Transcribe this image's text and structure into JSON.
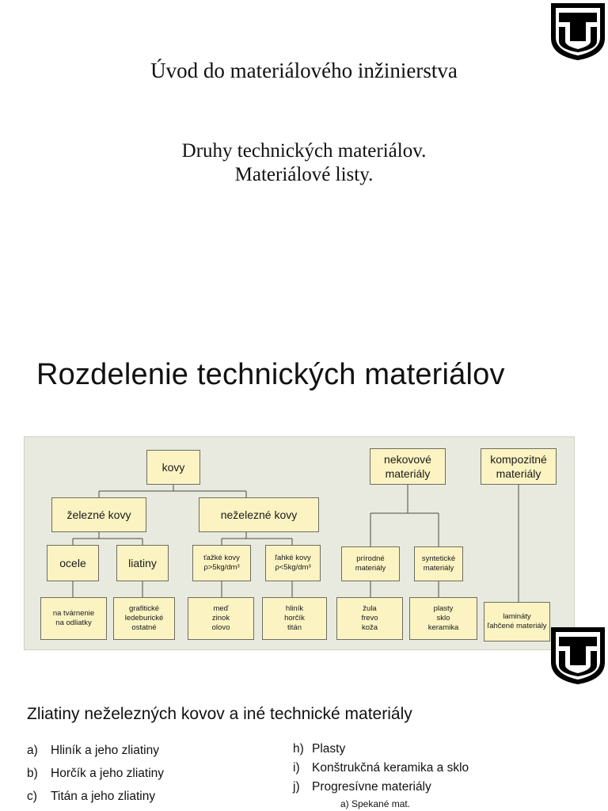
{
  "slide1": {
    "title": "Úvod do materiálového inžinierstva",
    "subtitle_line1": "Druhy technických materiálov.",
    "subtitle_line2": "Materiálové listy."
  },
  "slide2": {
    "title": "Rozdelenie technických materiálov",
    "diagram": {
      "kovy": "kovy",
      "nekovove": "nekovové\nmateriály",
      "kompozitne": "kompozitné\nmateriály",
      "zelezne": "železné kovy",
      "nezelezne": "neželezné kovy",
      "ocele": "ocele",
      "liatiny": "liatiny",
      "tazke": "ťažké kovy\nρ>5kg/dm³",
      "lahke": "ľahké kovy\nρ<5kg/dm³",
      "prirodne": "prírodné\nmateriály",
      "synteticke": "syntetické\nmateriály",
      "ocele_leaf": "na tvárnenie\nna odliatky",
      "liatiny_leaf": "grafitické\nledeburické\nostatné",
      "tazke_leaf": "meď\nzinok\nolovo",
      "lahke_leaf": "hliník\nhorčík\ntitán",
      "prirodne_leaf": "žula\nfrevo\nkoža",
      "synteticke_leaf": "plasty\nsklo\nkeramika",
      "kompozitne_leaf": "lamináty\nľahčené materiály"
    }
  },
  "slide3": {
    "title": "Zliatiny neželezných kovov a iné technické materiály",
    "left_list": [
      {
        "marker": "a)",
        "text": "Hliník a jeho zliatiny"
      },
      {
        "marker": "b)",
        "text": "Horčík a jeho zliatiny"
      },
      {
        "marker": "c)",
        "text": "Titán a jeho zliatiny"
      }
    ],
    "right_list": [
      {
        "marker": "h)",
        "text": "Plasty"
      },
      {
        "marker": "i)",
        "text": "Konštrukčná keramika a sklo"
      },
      {
        "marker": "j)",
        "text": "Progresívne materiály"
      }
    ],
    "sub_item": "a) Spekané mat."
  },
  "colors": {
    "box_fill": "#fbf3c2",
    "diagram_bg": "#e9eadf",
    "logo": "#000000"
  },
  "icons": {
    "logo": "tu-university-shield-logo"
  }
}
